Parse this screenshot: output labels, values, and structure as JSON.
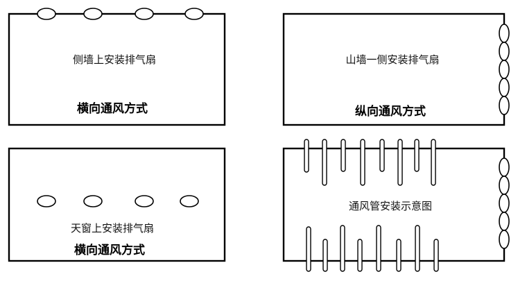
{
  "panels": [
    {
      "caption": "侧墙上安装排气扇",
      "mode": "横向通风方式"
    },
    {
      "caption": "山墙一侧安装排气扇",
      "mode": "纵向通风方式"
    },
    {
      "caption": "天窗上安装排气扇",
      "mode": "横向通风方式"
    },
    {
      "caption": "通风管安装示意图"
    }
  ]
}
